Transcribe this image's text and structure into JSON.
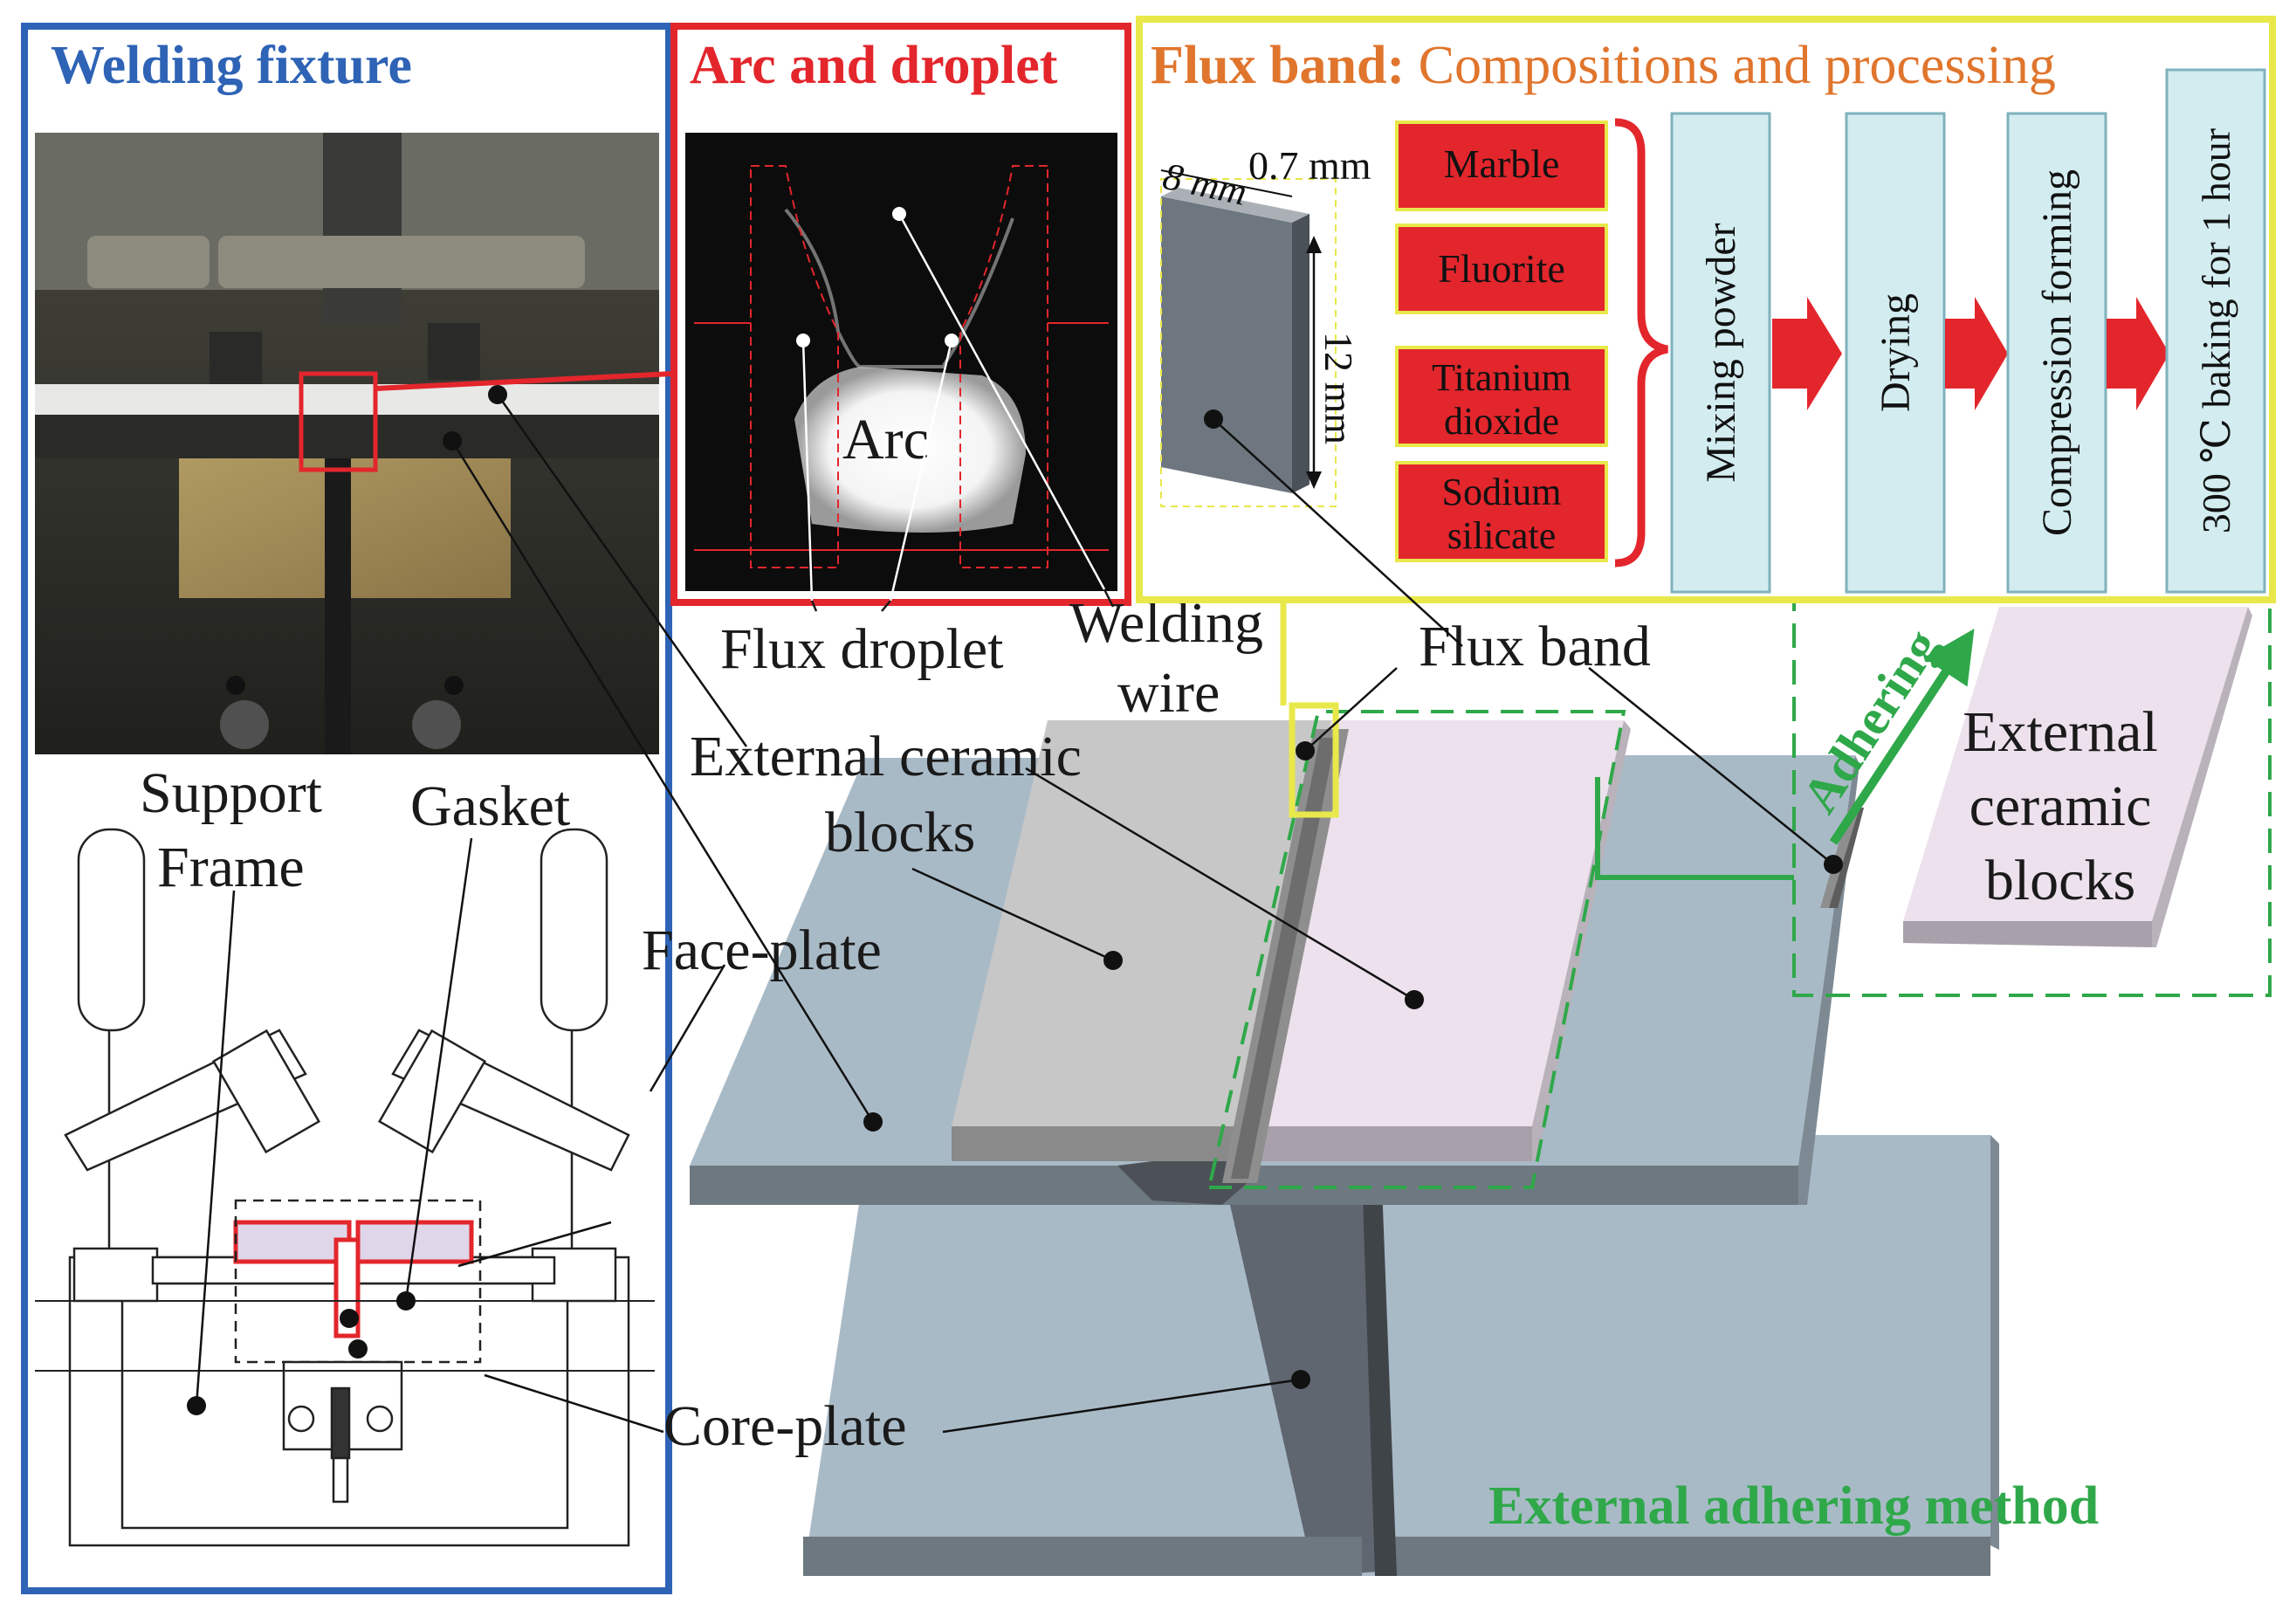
{
  "panels": {
    "welding_fixture": {
      "title": "Welding fixture",
      "labels": {
        "support": "Support",
        "frame": "Frame",
        "gasket": "Gasket",
        "face_plate": "Face-plate",
        "core_plate": "Core-plate"
      }
    },
    "arc_droplet": {
      "title": "Arc and droplet",
      "labels": {
        "arc": "Arc",
        "flux_droplet": "Flux droplet",
        "welding": "Welding",
        "wire": "wire"
      }
    },
    "flux_band": {
      "title_bold": "Flux band:",
      "title_rest": " Compositions and processing",
      "dimensions": {
        "width": "8 mm",
        "thickness": "0.7 mm",
        "length": "12 mm"
      },
      "compositions": [
        {
          "line1": "Marble",
          "line2": ""
        },
        {
          "line1": "Fluorite",
          "line2": ""
        },
        {
          "line1": "Titanium",
          "line2": "dioxide"
        },
        {
          "line1": "Sodium",
          "line2": "silicate"
        }
      ],
      "process_steps": [
        "Mixing powder",
        "Drying",
        "Compression forming",
        "300 ℃ baking  for 1 hour"
      ]
    },
    "main": {
      "flux_band_label": "Flux band",
      "external_ceramic": "External ceramic",
      "blocks": "blocks",
      "adhering": "Adhering",
      "ext_block_right": [
        "External",
        "ceramic",
        "blocks"
      ],
      "method_title": "External  adhering method"
    }
  },
  "colors": {
    "blue_frame": "#2e63b5",
    "red_frame": "#e3262c",
    "yellow_frame": "#e8e84a",
    "green_dash": "#2fa84a",
    "orange_text": "#e0752d",
    "plate_blue": "#a9bac7",
    "ceramic_gray": "#c7c7c7",
    "ceramic_pink": "#ece1ec",
    "process_cyan": "#d2ecf0"
  },
  "icons": [
    "right-arrow-icon",
    "brace-icon",
    "adhering-arrow-icon"
  ]
}
